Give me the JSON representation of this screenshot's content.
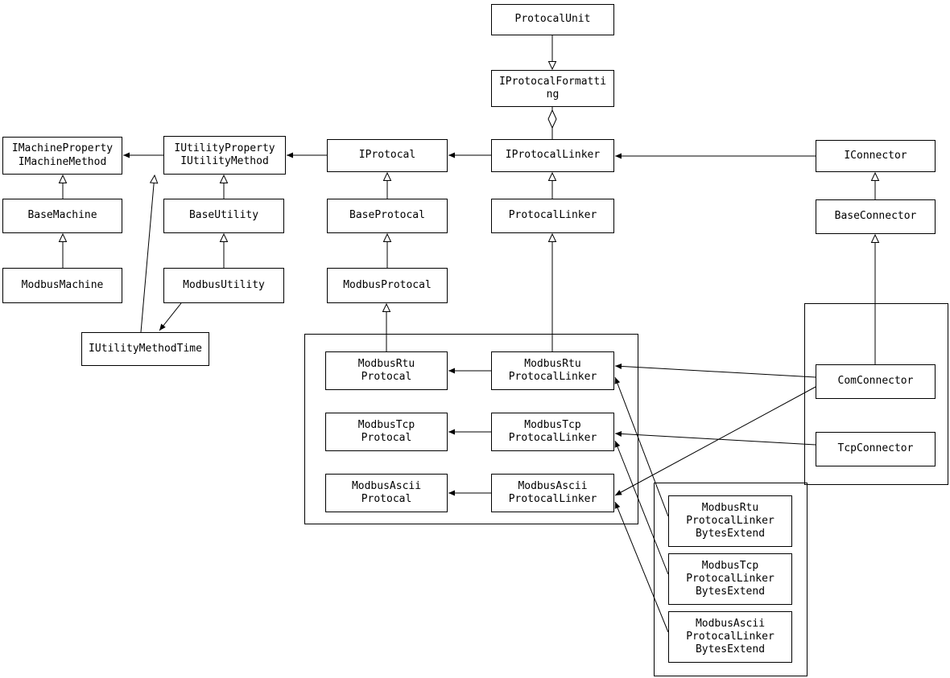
{
  "diagram": {
    "colors": {
      "background": "#ffffff",
      "line": "#000000",
      "box_border": "#000000"
    },
    "nodes": {
      "protocal_unit": {
        "label": "ProtocalUnit"
      },
      "iprotocal_formatting": {
        "label": "IProtocalFormatti\nng"
      },
      "imachine": {
        "label": "IMachineProperty\nIMachineMethod"
      },
      "iutility": {
        "label": "IUtilityProperty\nIUtilityMethod"
      },
      "iprotocal": {
        "label": "IProtocal"
      },
      "iprotocal_linker": {
        "label": "IProtocalLinker"
      },
      "iconnector": {
        "label": "IConnector"
      },
      "base_machine": {
        "label": "BaseMachine"
      },
      "base_utility": {
        "label": "BaseUtility"
      },
      "base_protocal": {
        "label": "BaseProtocal"
      },
      "protocal_linker": {
        "label": "ProtocalLinker"
      },
      "base_connector": {
        "label": "BaseConnector"
      },
      "modbus_machine": {
        "label": "ModbusMachine"
      },
      "modbus_utility": {
        "label": "ModbusUtility"
      },
      "modbus_protocal": {
        "label": "ModbusProtocal"
      },
      "iutility_method_time": {
        "label": "IUtilityMethodTime"
      },
      "modbus_rtu_protocal": {
        "label": "ModbusRtu\nProtocal"
      },
      "modbus_rtu_protocal_linker": {
        "label": "ModbusRtu\nProtocalLinker"
      },
      "modbus_tcp_protocal": {
        "label": "ModbusTcp\nProtocal"
      },
      "modbus_tcp_protocal_linker": {
        "label": "ModbusTcp\nProtocalLinker"
      },
      "modbus_ascii_protocal": {
        "label": "ModbusAscii\nProtocal"
      },
      "modbus_ascii_protocal_linker": {
        "label": "ModbusAscii\nProtocalLinker"
      },
      "com_connector": {
        "label": "ComConnector"
      },
      "tcp_connector": {
        "label": "TcpConnector"
      },
      "modbus_rtu_protocal_linker_bytes_extend": {
        "label": "ModbusRtu\nProtocalLinker\nBytesExtend"
      },
      "modbus_tcp_protocal_linker_bytes_extend": {
        "label": "ModbusTcp\nProtocalLinker\nBytesExtend"
      },
      "modbus_ascii_protocal_linker_bytes_extend": {
        "label": "ModbusAscii\nProtocalLinker\nBytesExtend"
      }
    },
    "edges": [
      {
        "from": "ProtocalUnit",
        "to": "IProtocalFormatting",
        "type": "open-triangle-down"
      },
      {
        "from": "IProtocalLinker",
        "to": "IProtocalFormatting",
        "type": "aggregation-diamond"
      },
      {
        "from": "IProtocalLinker",
        "to": "IProtocal",
        "type": "arrow"
      },
      {
        "from": "IProtocal",
        "to": "IUtilityPropertyIUtilityMethod",
        "type": "arrow"
      },
      {
        "from": "IUtilityPropertyIUtilityMethod",
        "to": "IMachinePropertyIMachineMethod",
        "type": "arrow"
      },
      {
        "from": "IConnector",
        "to": "IProtocalLinker",
        "type": "arrow"
      },
      {
        "from": "BaseMachine",
        "to": "IMachinePropertyIMachineMethod",
        "type": "inheritance"
      },
      {
        "from": "ModbusMachine",
        "to": "BaseMachine",
        "type": "inheritance"
      },
      {
        "from": "BaseUtility",
        "to": "IUtilityPropertyIUtilityMethod",
        "type": "inheritance"
      },
      {
        "from": "ModbusUtility",
        "to": "BaseUtility",
        "type": "inheritance"
      },
      {
        "from": "BaseProtocal",
        "to": "IProtocal",
        "type": "inheritance"
      },
      {
        "from": "ModbusProtocal",
        "to": "BaseProtocal",
        "type": "inheritance"
      },
      {
        "from": "ProtocalLinker",
        "to": "IProtocalLinker",
        "type": "inheritance"
      },
      {
        "from": "BaseConnector",
        "to": "IConnector",
        "type": "inheritance"
      },
      {
        "from": "IUtilityMethodTime",
        "to": "IUtilityPropertyIUtilityMethod",
        "type": "inheritance"
      },
      {
        "from": "ModbusUtility",
        "to": "IUtilityMethodTime",
        "type": "arrow"
      },
      {
        "from": "ModbusRtuProtocal",
        "to": "ModbusProtocal",
        "type": "inheritance"
      },
      {
        "from": "ModbusRtuProtocalLinker",
        "to": "ProtocalLinker",
        "type": "inheritance"
      },
      {
        "from": "ModbusRtuProtocalLinker",
        "to": "ModbusRtuProtocal",
        "type": "arrow"
      },
      {
        "from": "ModbusTcpProtocalLinker",
        "to": "ModbusTcpProtocal",
        "type": "arrow"
      },
      {
        "from": "ModbusAsciiProtocalLinker",
        "to": "ModbusAsciiProtocal",
        "type": "arrow"
      },
      {
        "from": "ComConnector",
        "to": "BaseConnector",
        "type": "inheritance"
      },
      {
        "from": "ComConnector",
        "to": "ModbusRtuProtocalLinker",
        "type": "arrow"
      },
      {
        "from": "ComConnector",
        "to": "ModbusAsciiProtocalLinker",
        "type": "arrow"
      },
      {
        "from": "TcpConnector",
        "to": "ModbusTcpProtocalLinker",
        "type": "arrow"
      },
      {
        "from": "ModbusRtuProtocalLinkerBytesExtend",
        "to": "ModbusRtuProtocalLinker",
        "type": "arrow"
      },
      {
        "from": "ModbusTcpProtocalLinkerBytesExtend",
        "to": "ModbusTcpProtocalLinker",
        "type": "arrow"
      },
      {
        "from": "ModbusAsciiProtocalLinkerBytesExtend",
        "to": "ModbusAsciiProtocalLinker",
        "type": "arrow"
      }
    ]
  }
}
